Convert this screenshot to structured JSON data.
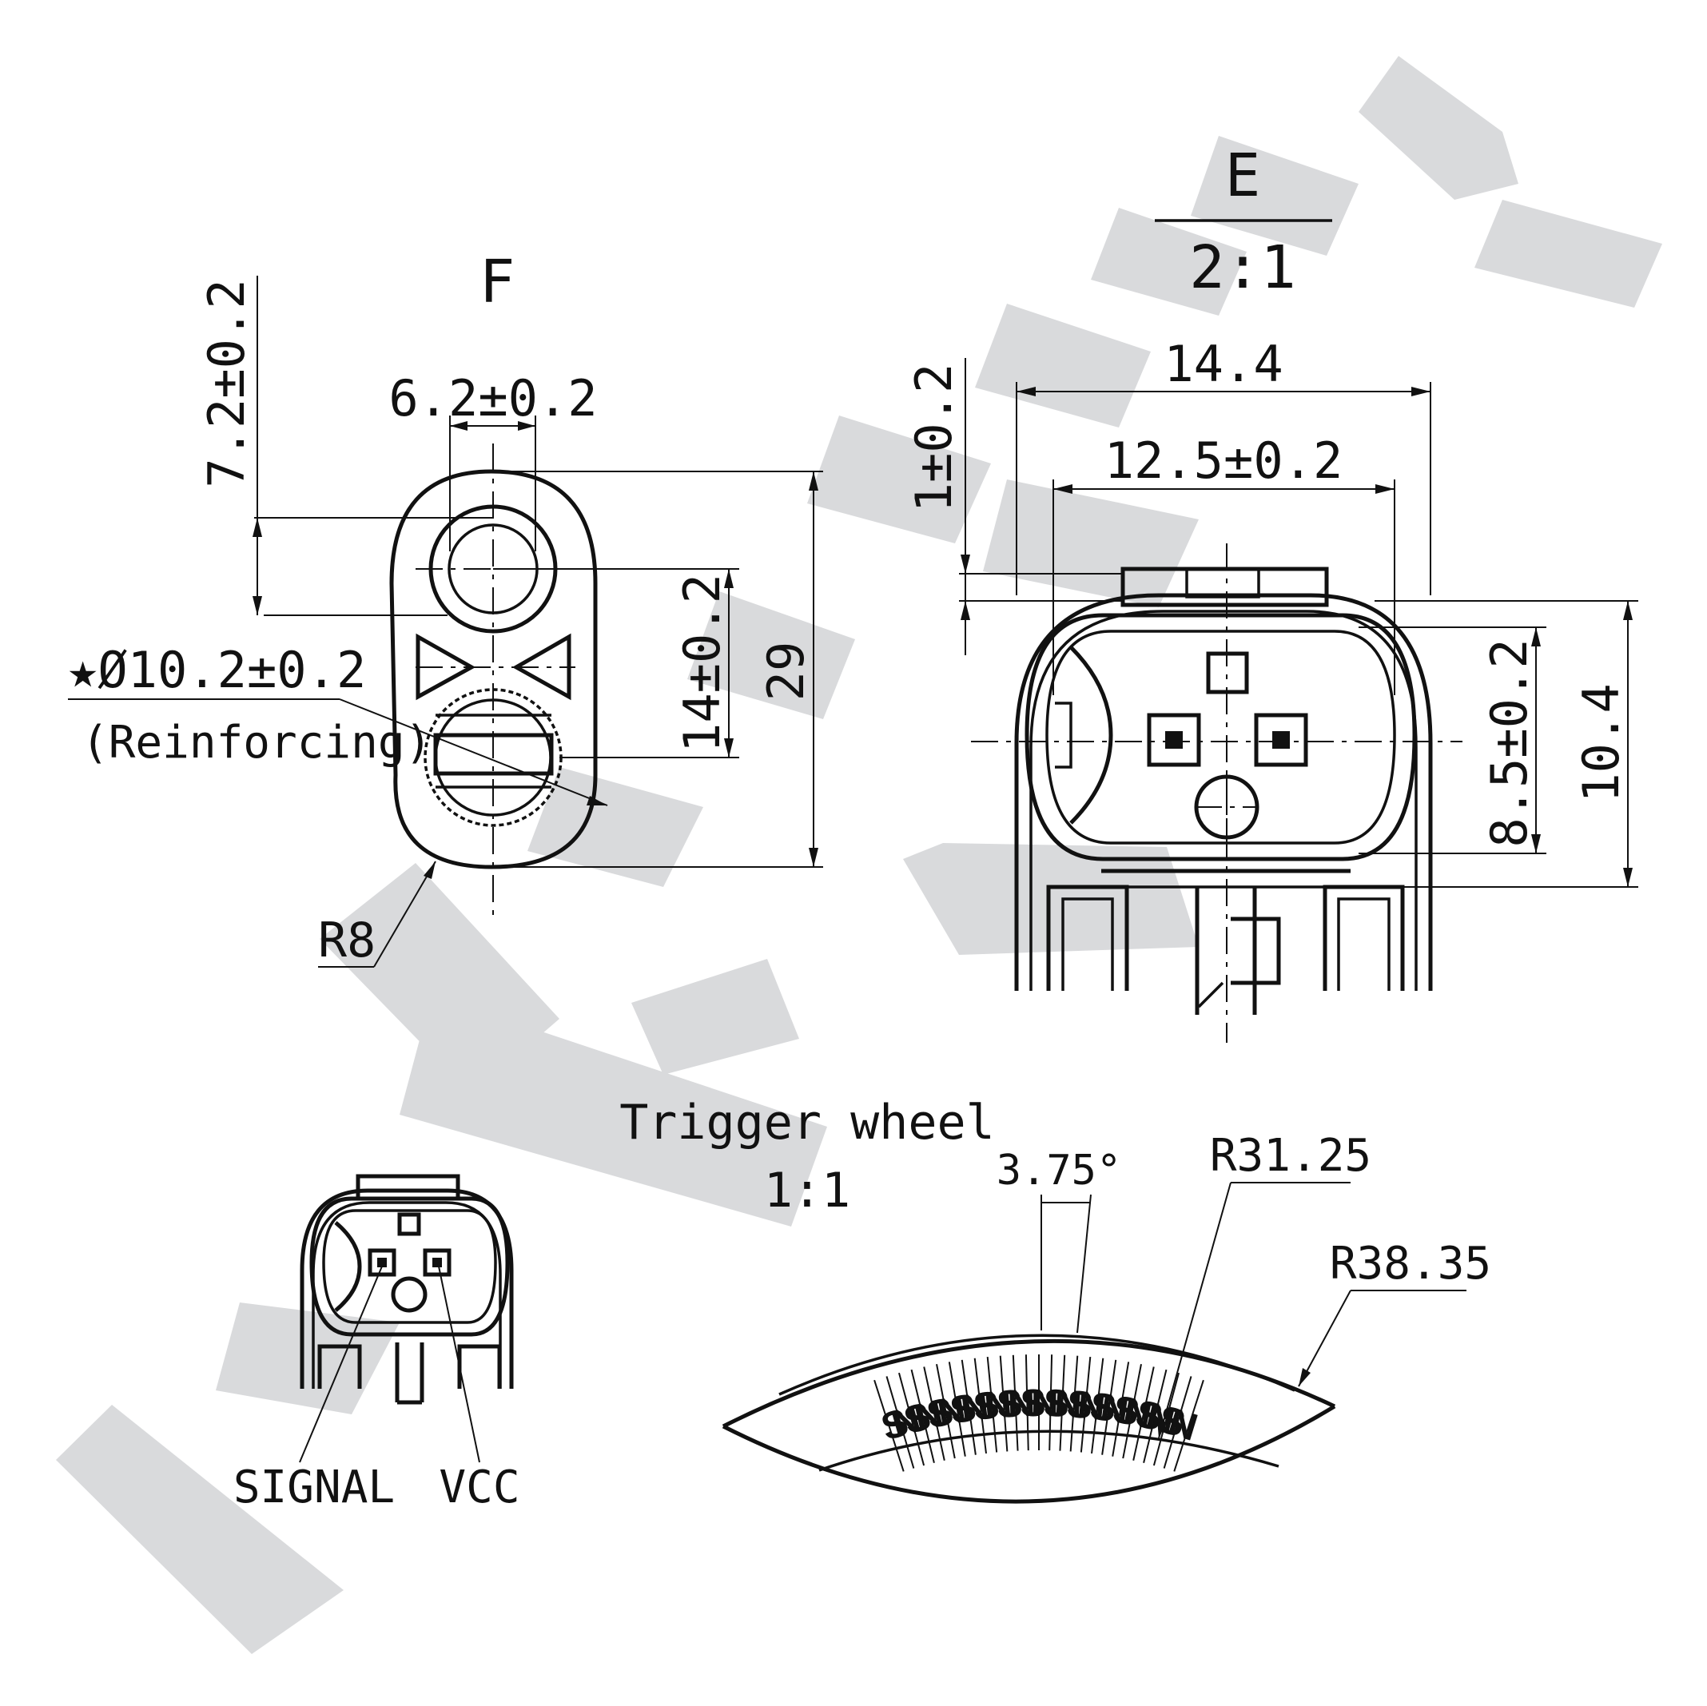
{
  "watermark": {
    "color": "#d9dadc"
  },
  "view_f": {
    "title": "F",
    "dim_top_width": "6.2±0.2",
    "dim_left_height": "7.2±0.2",
    "dim_hole_offset": "14±0.2",
    "dim_total_height": "29",
    "bore_note": "★Ø10.2±0.2",
    "bore_note_sub": "(Reinforcing)",
    "radius": "R8"
  },
  "view_e": {
    "title": "E",
    "scale": "2:1",
    "dim_outer_width": "14.4",
    "dim_inner_width": "12.5±0.2",
    "dim_step": "1±0.2",
    "dim_inner_height": "8.5±0.2",
    "dim_outer_height": "10.4"
  },
  "connector_view": {
    "pin_signal": "SIGNAL",
    "pin_vcc": "VCC"
  },
  "trigger_wheel": {
    "title": "Trigger wheel",
    "scale": "1:1",
    "angle": "3.75°",
    "inner_radius": "R31.25",
    "outer_radius": "R38.35",
    "pole_letters": [
      "S",
      "N",
      "S",
      "N",
      "S",
      "N",
      "S",
      "N",
      "S",
      "N",
      "S",
      "N",
      "S",
      "N",
      "S",
      "N",
      "S",
      "N",
      "S",
      "N",
      "S",
      "N",
      "S",
      "N",
      "S",
      "N"
    ]
  }
}
